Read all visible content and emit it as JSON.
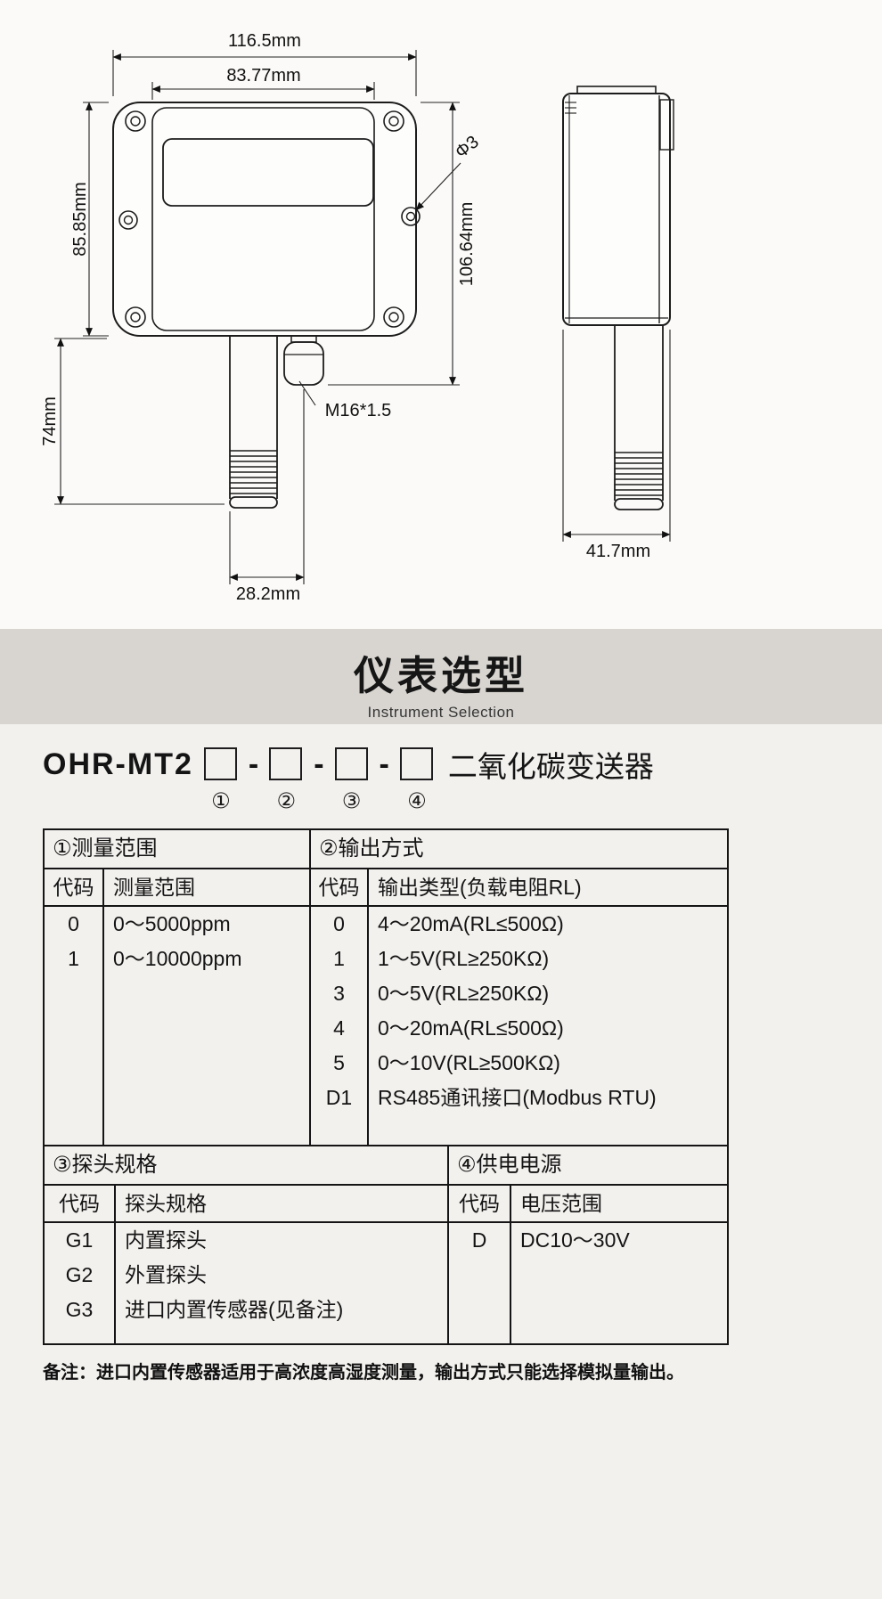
{
  "drawing": {
    "front": {
      "dim_total_width": "116.5mm",
      "dim_body_width": "83.77mm",
      "dim_body_height": "85.85mm",
      "dim_probe_length": "74mm",
      "dim_total_height": "106.64mm",
      "dim_hole_diameter": "Φ3",
      "dim_gland_thread": "M16*1.5",
      "dim_probe_offset": "28.2mm"
    },
    "side": {
      "dim_depth": "41.7mm"
    }
  },
  "section_title": {
    "zh": "仪表选型",
    "en": "Instrument Selection"
  },
  "model": {
    "prefix": "OHR-MT2",
    "suffix": "二氧化碳变送器",
    "separator": "-",
    "positions": [
      "①",
      "②",
      "③",
      "④"
    ]
  },
  "tables": {
    "range": {
      "title": "①测量范围",
      "col_code": "代码",
      "col_value": "测量范围",
      "rows": [
        {
          "code": "0",
          "value": "0～5000ppm"
        },
        {
          "code": "1",
          "value": "0～10000ppm"
        }
      ]
    },
    "output": {
      "title": "②输出方式",
      "col_code": "代码",
      "col_value": "输出类型(负载电阻RL)",
      "rows": [
        {
          "code": "0",
          "value": "4～20mA(RL≤500Ω)"
        },
        {
          "code": "1",
          "value": "1～5V(RL≥250KΩ)"
        },
        {
          "code": "3",
          "value": "0～5V(RL≥250KΩ)"
        },
        {
          "code": "4",
          "value": "0～20mA(RL≤500Ω)"
        },
        {
          "code": "5",
          "value": "0～10V(RL≥500KΩ)"
        },
        {
          "code": "D1",
          "value": "RS485通讯接口(Modbus RTU)"
        }
      ]
    },
    "probe": {
      "title": "③探头规格",
      "col_code": "代码",
      "col_value": "探头规格",
      "rows": [
        {
          "code": "G1",
          "value": "内置探头"
        },
        {
          "code": "G2",
          "value": "外置探头"
        },
        {
          "code": "G3",
          "value": "进口内置传感器(见备注)"
        }
      ]
    },
    "power": {
      "title": "④供电电源",
      "col_code": "代码",
      "col_value": "电压范围",
      "rows": [
        {
          "code": "D",
          "value": "DC10～30V"
        }
      ]
    }
  },
  "note": "备注：进口内置传感器适用于高浓度高湿度测量，输出方式只能选择模拟量输出。"
}
